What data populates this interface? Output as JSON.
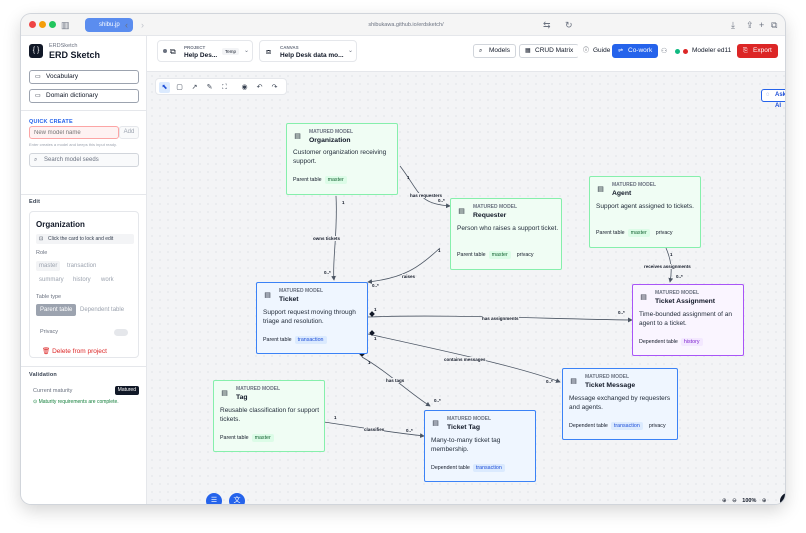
{
  "browser": {
    "tab_label": "shibu.jp",
    "url": "shibukawa.github.io/erdsketch/"
  },
  "app": {
    "subtitle": "ERDSketch",
    "title": "ERD Sketch",
    "logo": "{ }"
  },
  "sidebar": {
    "vocabulary": "Vocabulary",
    "domain_dictionary": "Domain dictionary",
    "quick_create_label": "QUICK CREATE",
    "new_model_placeholder": "New model name",
    "add_label": "Add",
    "enter_hint": "Enter creates a model and keeps this input ready.",
    "search_placeholder": "Search model seeds",
    "edit_label": "Edit",
    "edit_model_name": "Organization",
    "lock_hint": "Click the card to lock and edit",
    "role_label": "Role",
    "roles": [
      "master",
      "transaction",
      "summary",
      "history",
      "work"
    ],
    "table_type_label": "Table type",
    "table_types": [
      "Parent table",
      "Dependent table"
    ],
    "privacy_label": "Privacy",
    "delete_label": "Delete from project",
    "validation_label": "Validation",
    "current_maturity_label": "Current maturity",
    "maturity_badge": "Matured",
    "maturity_ok": "Maturity requirements are complete."
  },
  "topbar": {
    "project_key": "PROJECT",
    "project_value": "Help Des...",
    "project_badge": "Temp",
    "canvas_key": "CANVAS",
    "canvas_value": "Help Desk data mo...",
    "models": "Models",
    "crud": "CRUD Matrix",
    "guide": "Guide",
    "cowork": "Co-work",
    "user": "Modeler ed11",
    "export": "Export"
  },
  "canvas": {
    "ask_ai": "Ask AI",
    "zoom": "100%",
    "help": "?",
    "nodes": [
      {
        "id": "organization",
        "tag": "MATURED MODEL",
        "name": "Organization",
        "desc": [
          "Customer organization receiving",
          "support."
        ],
        "type": "Parent table",
        "chips": [
          "master"
        ]
      },
      {
        "id": "requester",
        "tag": "MATURED MODEL",
        "name": "Requester",
        "desc": [
          "Person who raises a support ticket."
        ],
        "type": "Parent table",
        "chips": [
          "master",
          "privacy"
        ]
      },
      {
        "id": "agent",
        "tag": "MATURED MODEL",
        "name": "Agent",
        "desc": [
          "Support agent assigned to tickets."
        ],
        "type": "Parent table",
        "chips": [
          "master",
          "privacy"
        ]
      },
      {
        "id": "ticket",
        "tag": "MATURED MODEL",
        "name": "Ticket",
        "desc": [
          "Support request moving through",
          "triage and resolution."
        ],
        "type": "Parent table",
        "chips": [
          "transaction"
        ]
      },
      {
        "id": "ticket_assignment",
        "tag": "MATURED MODEL",
        "name": "Ticket Assignment",
        "desc": [
          "Time-bounded assignment of an",
          "agent to a ticket."
        ],
        "type": "Dependent table",
        "chips": [
          "history"
        ]
      },
      {
        "id": "ticket_message",
        "tag": "MATURED MODEL",
        "name": "Ticket Message",
        "desc": [
          "Message exchanged by requesters",
          "and agents."
        ],
        "type": "Dependent table",
        "chips": [
          "transaction",
          "privacy"
        ]
      },
      {
        "id": "tag",
        "tag": "MATURED MODEL",
        "name": "Tag",
        "desc": [
          "Reusable classification for support",
          "tickets."
        ],
        "type": "Parent table",
        "chips": [
          "master"
        ]
      },
      {
        "id": "ticket_tag",
        "tag": "MATURED MODEL",
        "name": "Ticket Tag",
        "desc": [
          "Many-to-many ticket tag",
          "membership."
        ],
        "type": "Dependent table",
        "chips": [
          "transaction"
        ]
      }
    ],
    "edges": [
      {
        "label": "has requesters",
        "from_card": "1",
        "to_card": "0..*"
      },
      {
        "label": "owns tickets",
        "from_card": "1",
        "to_card": "0..*"
      },
      {
        "label": "raises",
        "from_card": "1",
        "to_card": "0..*"
      },
      {
        "label": "receives assignments",
        "from_card": "1",
        "to_card": "0..*"
      },
      {
        "label": "has assignments",
        "from_card": "1",
        "to_card": "0..*"
      },
      {
        "label": "contains messages",
        "from_card": "1",
        "to_card": "0..*"
      },
      {
        "label": "has tags",
        "from_card": "1",
        "to_card": "0..*"
      },
      {
        "label": "classifies",
        "from_card": "1",
        "to_card": "0..*"
      }
    ]
  },
  "colors": {
    "matured_green": "#86efac",
    "transaction_blue": "#3b82f6",
    "history_purple": "#a855f7",
    "accent": "#2563eb",
    "export_red": "#dc2626"
  }
}
